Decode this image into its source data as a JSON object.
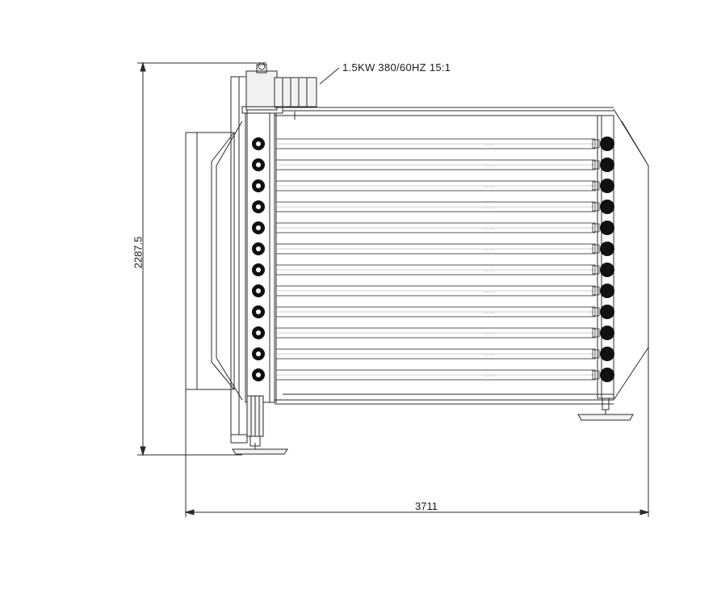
{
  "annotations": {
    "motor_spec": "1.5KW 380/60HZ 15:1",
    "overall_height": "2287.5",
    "overall_width": "3711"
  },
  "rollers": {
    "count": 12,
    "tiny_label": "—— ——"
  },
  "colors": {
    "line": "#2a2a2a",
    "fill_light": "#f2f2f2",
    "fill_dark": "#111111",
    "background": "#ffffff"
  }
}
